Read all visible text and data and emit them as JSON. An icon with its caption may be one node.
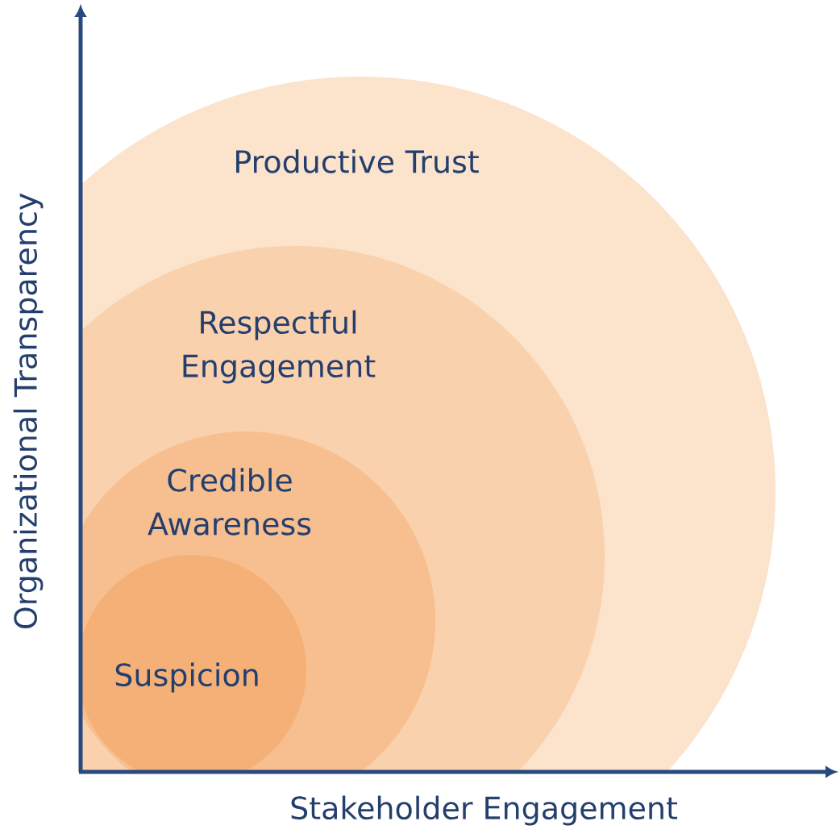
{
  "diagram": {
    "nodes": [
      {
        "text": [
          "Productive Trust"
        ]
      },
      {
        "text": [
          "Respectful Engagement"
        ],
        "in": 0
      },
      {
        "text": [
          "Credible Awareness"
        ],
        "in": 1
      },
      {
        "text": [
          "Suspicion"
        ],
        "in": 2
      }
    ],
    "labels": [
      "Organizational Transparency",
      "Stakeholder Engagement"
    ]
  }
}
